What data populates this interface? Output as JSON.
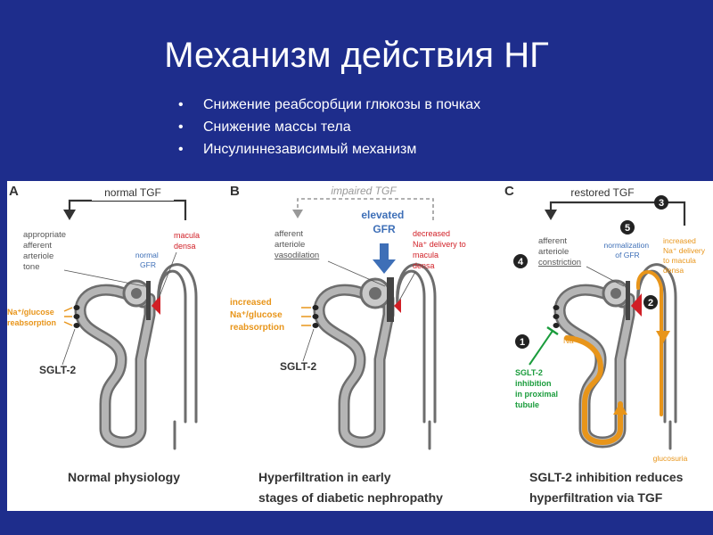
{
  "slide": {
    "title": "Механизм действия НГ",
    "bullets": [
      "Снижение реабсорбции глюкозы в почках",
      "Снижение массы тела",
      "Инсулиннезависимый механизм"
    ]
  },
  "colors": {
    "background": "#1e2d8c",
    "orange": "#e8951a",
    "red": "#d11f26",
    "green": "#1a9c3c",
    "blue": "#3e6fb7",
    "gray": "#9a9a9a"
  },
  "panels": [
    {
      "letter": "A",
      "tgf": "normal TGF",
      "arteriole": [
        "appropriate",
        "afferent",
        "arteriole",
        "tone"
      ],
      "gfr": [
        "normal",
        "GFR"
      ],
      "macula": [
        "macula",
        "densa"
      ],
      "reabsorption": [
        "Na⁺/glucose",
        "reabsorption"
      ],
      "sglt": "SGLT-2",
      "caption": [
        "Normal physiology"
      ]
    },
    {
      "letter": "B",
      "tgf": "impaired TGF",
      "gfr": [
        "elevated",
        "GFR"
      ],
      "arteriole": [
        "afferent",
        "arteriole",
        "vasodilation"
      ],
      "na_delivery": [
        "decreased",
        "Na⁺ delivery to",
        "macula",
        "densa"
      ],
      "reabsorption": [
        "increased",
        "Na⁺/glucose",
        "reabsorption"
      ],
      "sglt": "SGLT-2",
      "caption": [
        "Hyperfiltration in early",
        "stages of diabetic nephropathy"
      ]
    },
    {
      "letter": "C",
      "tgf": "restored TGF",
      "arteriole": [
        "afferent",
        "arteriole",
        "constriction"
      ],
      "gfr": [
        "normalization",
        "of GFR"
      ],
      "na_delivery": [
        "increased",
        "Na⁺ delivery",
        "to macula",
        "densa"
      ],
      "na": "Na⁺",
      "inhibition": [
        "SGLT-2",
        "inhibition",
        "in proximal",
        "tubule"
      ],
      "glucosuria": "glucosuria",
      "steps": [
        "1",
        "2",
        "3",
        "4",
        "5"
      ],
      "caption": [
        "SGLT-2 inhibition reduces",
        "hyperfiltration via TGF"
      ]
    }
  ]
}
